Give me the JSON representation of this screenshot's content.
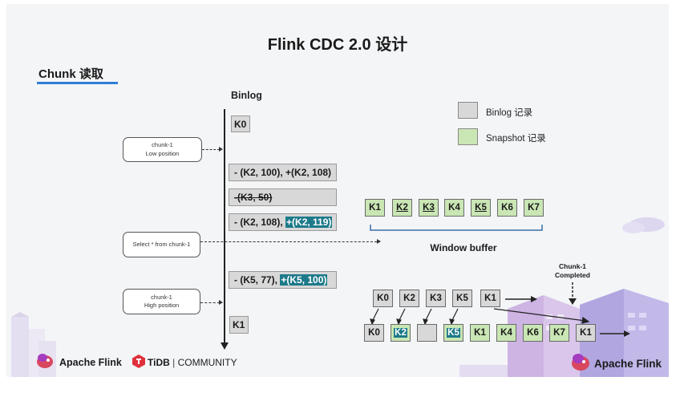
{
  "slide": {
    "title": "Flink CDC 2.0 设计",
    "section_title": "Chunk 读取",
    "binlog_label": "Binlog"
  },
  "legend": {
    "binlog_label": "Binlog 记录",
    "snapshot_label": "Snapshot 记录",
    "colors": {
      "binlog": "#d8d8d8",
      "snapshot": "#c9e6b4",
      "highlight": "#1d7a8a",
      "accent": "#2f7fd6"
    }
  },
  "binlog_events": [
    {
      "text": "K0"
    },
    {
      "text": "- (K2, 100), +(K2, 108)"
    },
    {
      "text": "-(K3, 50)"
    },
    {
      "text_prefix": "- (K2, 108), ",
      "text_highlight": "+(K2, 119)"
    },
    {
      "text_prefix": "- (K5, 77), ",
      "text_highlight": "+(K5, 100)"
    },
    {
      "text": "K1"
    }
  ],
  "positions": {
    "low": {
      "line1": "chunk-1",
      "line2": "Low position"
    },
    "select": {
      "text": "Select * from chunk-1"
    },
    "high": {
      "line1": "chunk-1",
      "line2": "High position"
    }
  },
  "window_buffer": {
    "label": "Window buffer",
    "keys": [
      "K1",
      "K2",
      "K3",
      "K4",
      "K5",
      "K6",
      "K7"
    ]
  },
  "binlog_row": [
    "K0",
    "K2",
    "K3",
    "K5",
    "K1"
  ],
  "chunk_completed": "Chunk-1\nCompleted",
  "result_row": [
    "K0",
    "K2",
    "",
    "K5",
    "K1",
    "K4",
    "K6",
    "K7",
    "K1"
  ],
  "footer": {
    "apache_flink": "Apache Flink",
    "tidb": "TiDB",
    "community": "COMMUNITY",
    "apache_flink_right": "Apache Flink"
  }
}
